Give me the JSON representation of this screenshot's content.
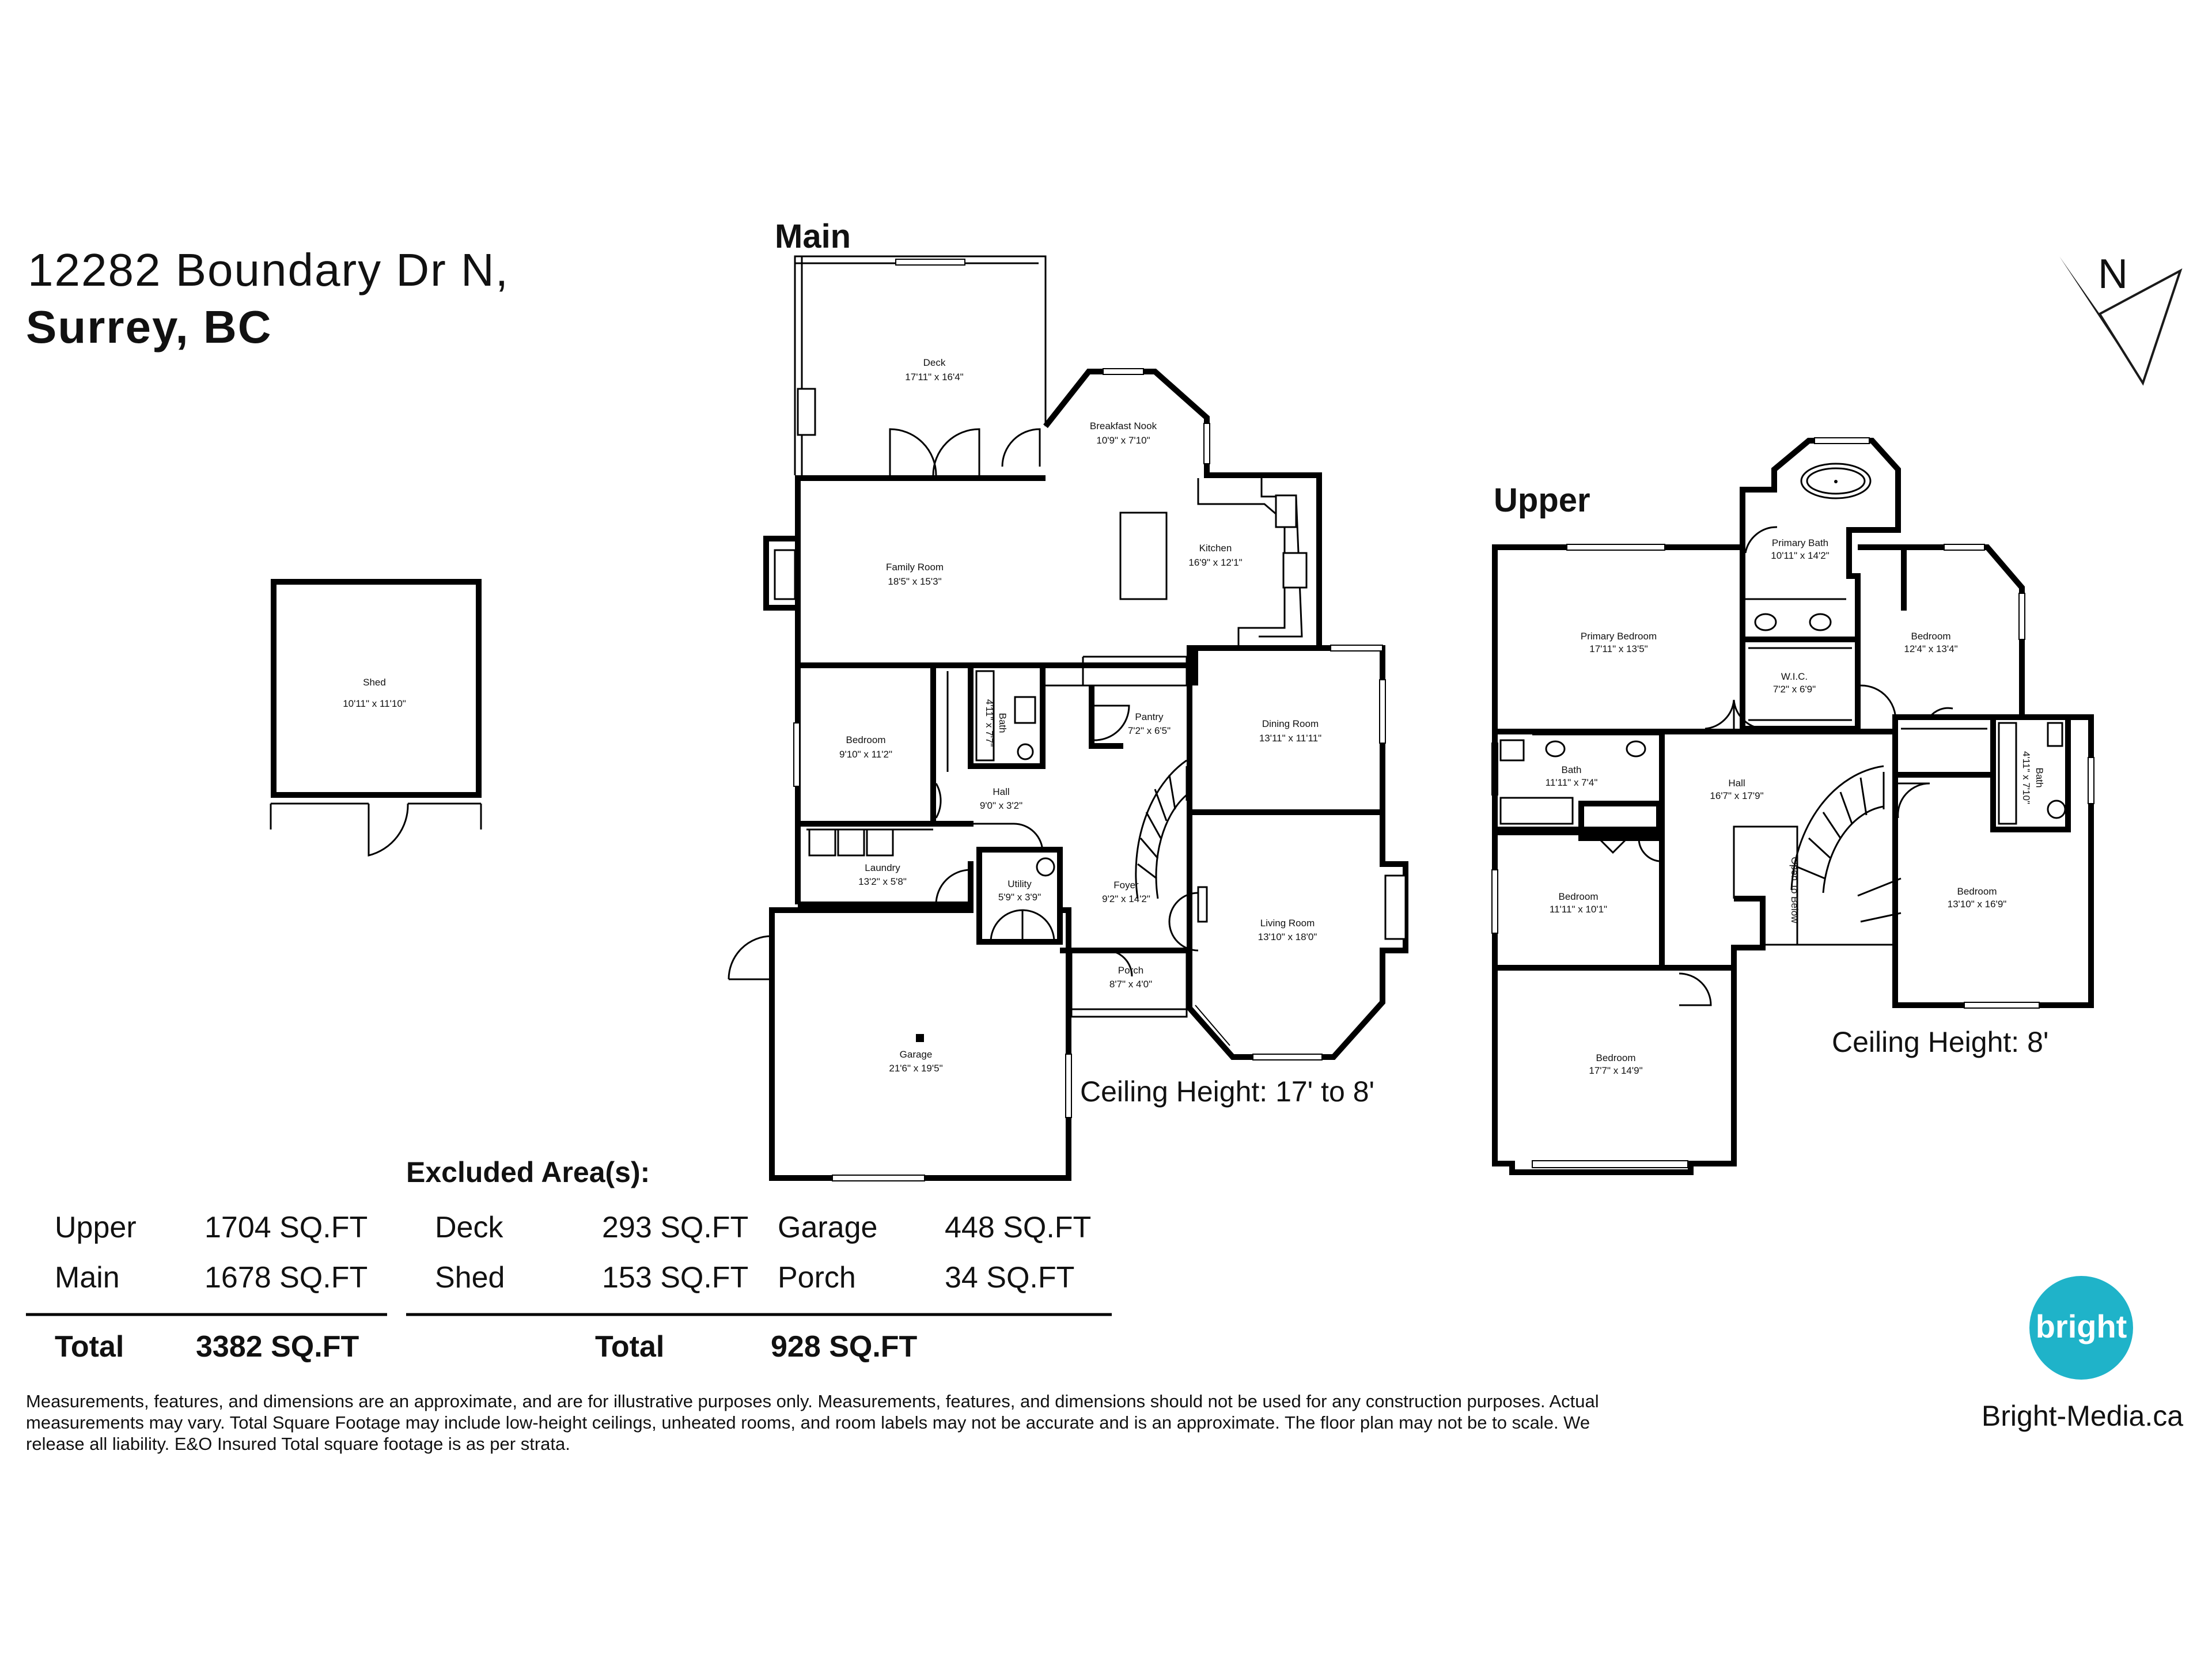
{
  "address": {
    "line1": "12282 Boundary Dr N,",
    "line2": "Surrey, BC"
  },
  "compass": {
    "label": "N",
    "icon": "north-arrow-icon"
  },
  "floors": {
    "main": {
      "title": "Main",
      "ceiling": "Ceiling Height: 17' to 8'",
      "rooms": [
        {
          "name": "Deck",
          "dim": "17'11\" x 16'4\""
        },
        {
          "name": "Breakfast Nook",
          "dim": "10'9\" x 7'10\""
        },
        {
          "name": "Family Room",
          "dim": "18'5\" x 15'3\""
        },
        {
          "name": "Kitchen",
          "dim": "16'9\" x 12'1\""
        },
        {
          "name": "Bedroom",
          "dim": "9'10\" x 11'2\""
        },
        {
          "name": "Bath",
          "dim": "4'11\" x 7'7\""
        },
        {
          "name": "Pantry",
          "dim": "7'2\" x 6'5\""
        },
        {
          "name": "Dining Room",
          "dim": "13'11\" x 11'11\""
        },
        {
          "name": "Hall",
          "dim": "9'0\" x 3'2\""
        },
        {
          "name": "Laundry",
          "dim": "13'2\" x 5'8\""
        },
        {
          "name": "Utility",
          "dim": "5'9\" x 3'9\""
        },
        {
          "name": "Foyer",
          "dim": "9'2\" x 14'2\""
        },
        {
          "name": "Living Room",
          "dim": "13'10\" x 18'0\""
        },
        {
          "name": "Porch",
          "dim": "8'7\" x 4'0\""
        },
        {
          "name": "Garage",
          "dim": "21'6\" x 19'5\""
        }
      ]
    },
    "upper": {
      "title": "Upper",
      "ceiling": "Ceiling Height: 8'",
      "rooms": [
        {
          "name": "Primary Bath",
          "dim": "10'11\" x 14'2\""
        },
        {
          "name": "Primary Bedroom",
          "dim": "17'11\" x 13'5\""
        },
        {
          "name": "W.I.C.",
          "dim": "7'2\" x 6'9\""
        },
        {
          "name": "Bedroom",
          "dim": "12'4\" x 13'4\""
        },
        {
          "name": "Bath",
          "dim": "11'11\" x 7'4\""
        },
        {
          "name": "Hall",
          "dim": "16'7\" x 17'9\""
        },
        {
          "name": "Bath",
          "dim": "4'11\" x 7'10\""
        },
        {
          "name": "Bedroom",
          "dim": "11'11\" x 10'1\""
        },
        {
          "name": "Open To Below",
          "dim": ""
        },
        {
          "name": "Bedroom",
          "dim": "13'10\" x 16'9\""
        },
        {
          "name": "Bedroom",
          "dim": "17'7\" x 14'9\""
        }
      ]
    },
    "shed": {
      "name": "Shed",
      "dim": "10'11\" x 11'10\""
    }
  },
  "areas": {
    "rows": [
      {
        "label": "Upper",
        "value": "1704 SQ.FT"
      },
      {
        "label": "Main",
        "value": "1678 SQ.FT"
      }
    ],
    "total_label": "Total",
    "total_value": "3382 SQ.FT"
  },
  "excluded": {
    "title": "Excluded Area(s):",
    "rows": [
      {
        "a_label": "Deck",
        "a_value": "293 SQ.FT",
        "b_label": "Garage",
        "b_value": "448 SQ.FT"
      },
      {
        "a_label": "Shed",
        "a_value": "153 SQ.FT",
        "b_label": "Porch",
        "b_value": "34 SQ.FT"
      }
    ],
    "total_label": "Total",
    "total_value": "928 SQ.FT"
  },
  "disclaimer": [
    "Measurements, features, and dimensions are an approximate, and are for illustrative purposes only. Measurements, features, and dimensions should not be used for any construction purposes. Actual",
    "measurements may vary. Total Square Footage may include low-height ceilings, unheated rooms, and room labels may not be accurate and is an approximate. The floor plan may not be to scale. We",
    "release all liability. E&O Insured  Total square footage is as per strata."
  ],
  "brand": {
    "logo_text": "bright",
    "website": "Bright-Media.ca",
    "color": "#1fb3c9"
  }
}
